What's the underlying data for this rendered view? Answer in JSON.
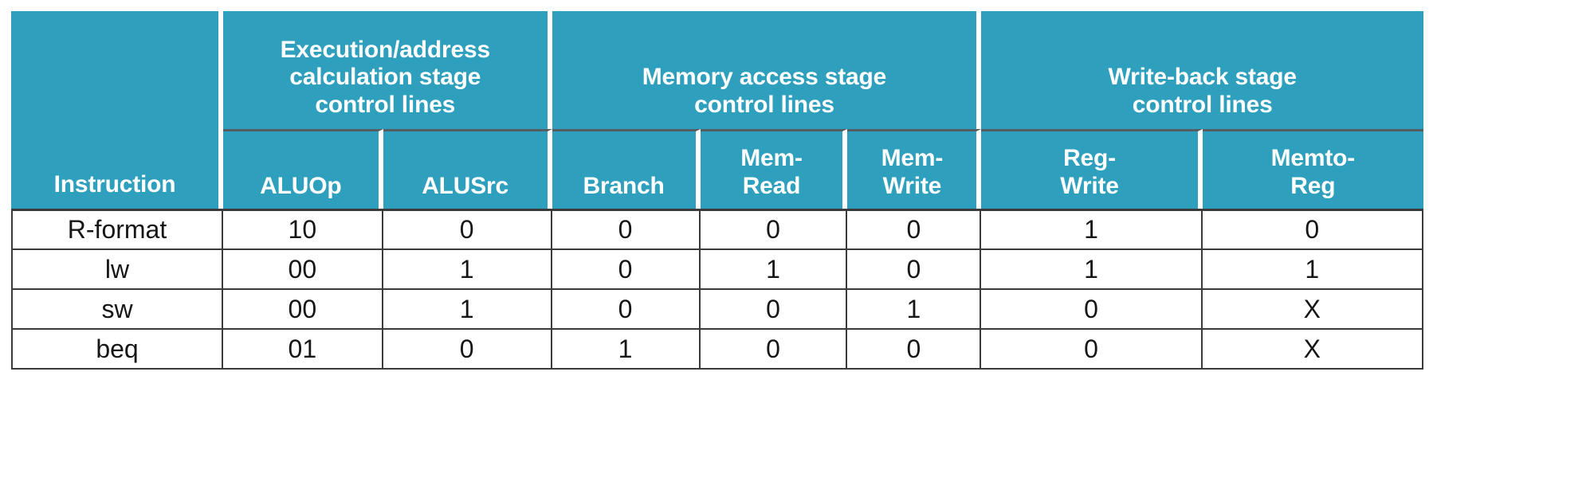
{
  "table": {
    "group_headers": [
      {
        "label": "Instruction",
        "colspan": 1,
        "rowspan": 2,
        "name": "header-instruction"
      },
      {
        "label": "Execution/address calculation stage control lines",
        "colspan": 2,
        "rowspan": 1,
        "name": "header-execution-stage"
      },
      {
        "label": "Memory access stage control lines",
        "colspan": 3,
        "rowspan": 1,
        "name": "header-memory-stage"
      },
      {
        "label": "Write-back stage control lines",
        "colspan": 2,
        "rowspan": 1,
        "name": "header-writeback-stage"
      }
    ],
    "group_header_lines": {
      "instruction": [
        "Instruction"
      ],
      "execution": [
        "Execution/address",
        "calculation stage",
        "control lines"
      ],
      "memory": [
        "Memory access stage",
        "control lines"
      ],
      "writeback": [
        "Write-back stage",
        "control lines"
      ]
    },
    "column_headers": [
      {
        "label": "",
        "lines": [
          ""
        ],
        "name": "header-blank"
      },
      {
        "label": "ALUOp",
        "lines": [
          "ALUOp"
        ],
        "name": "header-aluop"
      },
      {
        "label": "ALUSrc",
        "lines": [
          "ALUSrc"
        ],
        "name": "header-alusrc"
      },
      {
        "label": "Branch",
        "lines": [
          "Branch"
        ],
        "name": "header-branch"
      },
      {
        "label": "MemRead",
        "lines": [
          "Mem-",
          "Read"
        ],
        "name": "header-memread"
      },
      {
        "label": "MemWrite",
        "lines": [
          "Mem-",
          "Write"
        ],
        "name": "header-memwrite"
      },
      {
        "label": "RegWrite",
        "lines": [
          "Reg-",
          "Write"
        ],
        "name": "header-regwrite"
      },
      {
        "label": "MemtoReg",
        "lines": [
          "Memto-",
          "Reg"
        ],
        "name": "header-memtoreg"
      }
    ],
    "rows": [
      {
        "instruction": "R-format",
        "aluop": "10",
        "alusrc": "0",
        "branch": "0",
        "memread": "0",
        "memwrite": "0",
        "regwrite": "1",
        "memtoreg": "0"
      },
      {
        "instruction": "lw",
        "aluop": "00",
        "alusrc": "1",
        "branch": "0",
        "memread": "1",
        "memwrite": "0",
        "regwrite": "1",
        "memtoreg": "1"
      },
      {
        "instruction": "sw",
        "aluop": "00",
        "alusrc": "1",
        "branch": "0",
        "memread": "0",
        "memwrite": "1",
        "regwrite": "0",
        "memtoreg": "X"
      },
      {
        "instruction": "beq",
        "aluop": "01",
        "alusrc": "0",
        "branch": "1",
        "memread": "0",
        "memwrite": "0",
        "regwrite": "0",
        "memtoreg": "X"
      }
    ]
  },
  "colors": {
    "header_background": "#2E9FBC",
    "header_text": "#FFFFFF",
    "body_background": "#FFFFFF",
    "body_text": "#161616",
    "body_border": "#3B3B3B",
    "header_divider": "#FFFFFF"
  }
}
